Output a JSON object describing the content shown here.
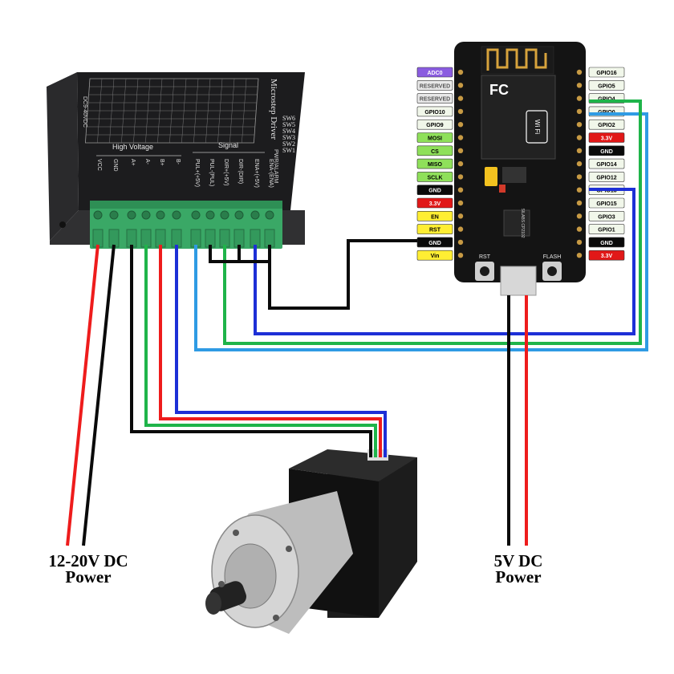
{
  "driver": {
    "title": "Microstep Driver",
    "voltage_rating": "DC9-40VDC",
    "high_voltage_label": "High Voltage",
    "signal_label": "Signal",
    "switches": [
      "SW6",
      "SW5",
      "SW4",
      "SW3",
      "SW2",
      "SW1"
    ],
    "power_pins": [
      "VCC",
      "GND"
    ],
    "motor_pins": [
      "A+",
      "A-",
      "B+",
      "B-"
    ],
    "signal_pins": [
      "PUL+(+5V)",
      "PUL-(PUL)",
      "DIR+(+5V)",
      "DIR-(DIR)",
      "ENA+(+5V)",
      "ENA-(ENA)"
    ],
    "pwm_label": "PWR/ALARM"
  },
  "nodemcu": {
    "left_pins": [
      {
        "label": "ADC0",
        "style": "purple"
      },
      {
        "label": "RESERVED",
        "style": "grey"
      },
      {
        "label": "RESERVED",
        "style": "grey"
      },
      {
        "label": "GPIO10",
        "style": "light"
      },
      {
        "label": "GPIO9",
        "style": "light"
      },
      {
        "label": "MOSI",
        "style": "green"
      },
      {
        "label": "CS",
        "style": "green"
      },
      {
        "label": "MISO",
        "style": "green"
      },
      {
        "label": "SCLK",
        "style": "green"
      },
      {
        "label": "GND",
        "style": "black"
      },
      {
        "label": "3.3V",
        "style": "red"
      },
      {
        "label": "EN",
        "style": "yellow"
      },
      {
        "label": "RST",
        "style": "yellow"
      },
      {
        "label": "GND",
        "style": "black"
      },
      {
        "label": "Vin",
        "style": "yellow"
      }
    ],
    "right_pins": [
      {
        "label": "GPIO16",
        "style": "light"
      },
      {
        "label": "GPIO5",
        "style": "light"
      },
      {
        "label": "GPIO4",
        "style": "light"
      },
      {
        "label": "GPIO0",
        "style": "light"
      },
      {
        "label": "GPIO2",
        "style": "light"
      },
      {
        "label": "3.3V",
        "style": "red"
      },
      {
        "label": "GND",
        "style": "black"
      },
      {
        "label": "GPIO14",
        "style": "light"
      },
      {
        "label": "GPIO12",
        "style": "light"
      },
      {
        "label": "GPIO13",
        "style": "light"
      },
      {
        "label": "GPIO15",
        "style": "light"
      },
      {
        "label": "GPIO3",
        "style": "light"
      },
      {
        "label": "GPIO1",
        "style": "light"
      },
      {
        "label": "GND",
        "style": "black"
      },
      {
        "label": "3.3V",
        "style": "red"
      }
    ],
    "rst_label": "RST",
    "flash_label": "FLASH",
    "chip_label": "SILABS CP2102",
    "wifi_label": "Wi Fi"
  },
  "labels": {
    "driver_power_line1": "12-20V DC",
    "driver_power_line2": "Power",
    "mcu_power_line1": "5V DC",
    "mcu_power_line2": "Power"
  },
  "colors": {
    "wire_red": "#ee1c1c",
    "wire_black": "#0a0a0a",
    "wire_green": "#1fb44a",
    "wire_blue": "#1d2fd6",
    "wire_lightblue": "#2f9be4",
    "terminal_green": "#3aa866",
    "driver_body": "#1c1c1e",
    "pcb_black": "#141414",
    "label_purple": "#8a5ce0",
    "label_green": "#8fe05a",
    "label_red": "#e11818",
    "label_yellow": "#ffee33"
  }
}
